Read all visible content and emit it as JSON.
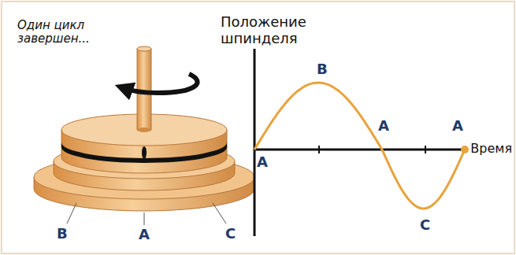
{
  "diagram": {
    "labels": [
      "Один цикл завершен...",
      "Положение шпинделя",
      "B",
      "A",
      "A",
      "Время",
      "A",
      "C",
      "B",
      "A",
      "C"
    ]
  }
}
